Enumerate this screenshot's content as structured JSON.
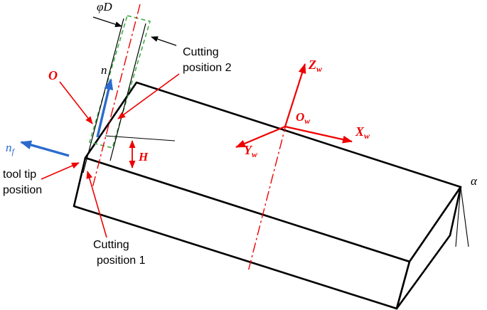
{
  "figure": {
    "background": "#ffffff"
  },
  "colors": {
    "red": "#ee0000",
    "blue": "#2b6bce",
    "green": "#3fae49",
    "black": "#000000"
  },
  "labels": {
    "phi_d_symbol": "φ",
    "phi_d_letter": "D",
    "o": "O",
    "n": "n",
    "nf_main": "n",
    "nf_sub": "f",
    "h": "H",
    "alpha": "α",
    "zw_main": "Z",
    "zw_sub": "w",
    "xw_main": "X",
    "xw_sub": "w",
    "yw_main": "Y",
    "yw_sub": "w",
    "ow_main": "O",
    "ow_sub": "w"
  },
  "annotations": {
    "cutting_position_2_line1": "Cutting",
    "cutting_position_2_line2": "position 2",
    "cutting_position_1_line1": "Cutting",
    "cutting_position_1_line2": "position 1",
    "tool_tip_line1": "tool tip",
    "tool_tip_line2": "position"
  }
}
